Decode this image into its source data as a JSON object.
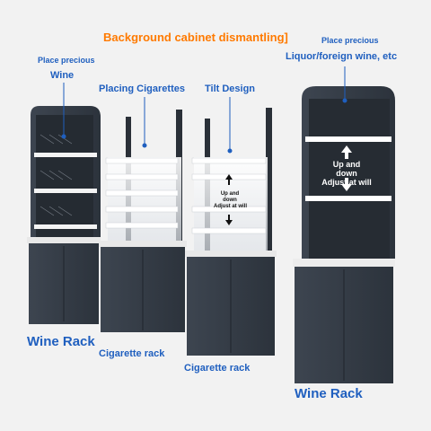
{
  "title": "Background cabinet dismantling]",
  "labels": {
    "wine_top_line1": "Place precious",
    "wine_top_line2": "Wine",
    "placing_cigarettes": "Placing Cigarettes",
    "tilt_design": "Tilt Design",
    "liquor_line1": "Place precious",
    "liquor_line2": "Liquor/foreign wine, etc",
    "adjust_small_1": "Up and",
    "adjust_small_2": "down",
    "adjust_small_3": "Adjust at will",
    "adjust_big_1": "Up and",
    "adjust_big_2": "down",
    "adjust_big_3": "Adjust at will"
  },
  "captions": {
    "wine_rack_left": "Wine Rack",
    "cigarette_rack_1": "Cigarette rack",
    "cigarette_rack_2": "Cigarette rack",
    "wine_rack_right": "Wine Rack"
  },
  "colors": {
    "title": "#ff7a00",
    "label": "#1f5fbf",
    "cabinet": "#3a424d",
    "cabinet_dark": "#2a3038",
    "counter": "#e9e9e9",
    "shelf": "#ffffff"
  }
}
